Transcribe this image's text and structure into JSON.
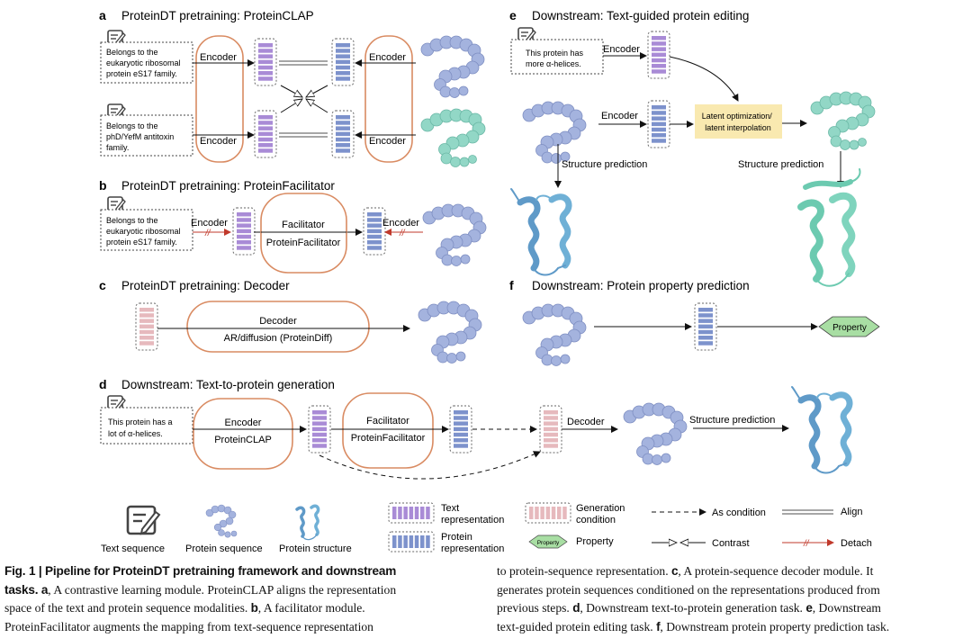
{
  "panels": {
    "a": {
      "letter": "a",
      "title": "ProteinDT pretraining: ProteinCLAP",
      "text1": [
        "Belongs to the",
        "eukaryotic ribosomal",
        "protein eS17 family."
      ],
      "text2": [
        "Belongs to the",
        "phD/YefM antitoxin",
        "family."
      ],
      "encoder": "Encoder"
    },
    "b": {
      "letter": "b",
      "title": "ProteinDT pretraining: ProteinFacilitator",
      "text": [
        "Belongs to the",
        "eukaryotic ribosomal",
        "protein eS17 family."
      ],
      "encoder": "Encoder",
      "facilitator": "Facilitator",
      "module": "ProteinFacilitator"
    },
    "c": {
      "letter": "c",
      "title": "ProteinDT pretraining: Decoder",
      "decoder": "Decoder",
      "module": "AR/diffusion (ProteinDiff)"
    },
    "d": {
      "letter": "d",
      "title": "Downstream: Text-to-protein generation",
      "text": [
        "This protein has a",
        "lot of α-helices."
      ],
      "encoder": "Encoder",
      "encoder_module": "ProteinCLAP",
      "facilitator": "Facilitator",
      "facilitator_module": "ProteinFacilitator",
      "decoder": "Decoder",
      "structure": "Structure prediction"
    },
    "e": {
      "letter": "e",
      "title": "Downstream: Text-guided protein editing",
      "text": [
        "This protein has",
        "more α-helices."
      ],
      "encoder": "Encoder",
      "latent": [
        "Latent optimization/",
        "latent interpolation"
      ],
      "structure": "Structure prediction"
    },
    "f": {
      "letter": "f",
      "title": "Downstream: Protein property prediction",
      "property": "Property"
    }
  },
  "legend": {
    "text_sequence": "Text sequence",
    "protein_sequence": "Protein sequence",
    "protein_structure": "Protein structure",
    "text_rep": [
      "Text",
      "representation"
    ],
    "protein_rep": [
      "Protein",
      "representation"
    ],
    "generation": [
      "Generation",
      "condition"
    ],
    "property_small": "Property",
    "property": "Property",
    "as_condition": "As condition",
    "contrast": "Contrast",
    "align": "Align",
    "detach": "Detach"
  },
  "colors": {
    "text_rep": "#a98bd6",
    "protein_rep": "#7d92cc",
    "generation": "#e6b9bd",
    "module_border": "#d98b62",
    "protein_bead": "#a4b3de",
    "edited_bead": "#92d7c6",
    "latent_box": "#f9e9b0",
    "property_fill": "#a8dea3",
    "detach": "#c0392b"
  },
  "caption": {
    "col1": [
      {
        "b": "Fig. 1 | Pipeline for ProteinDT pretraining framework and downstream"
      },
      {
        "b": "tasks. a",
        "t": ", A contrastive learning module. ProteinCLAP aligns the representation"
      },
      {
        "t": "space of the text and protein sequence modalities. "
      },
      {
        "t": "ProteinFacilitator augments the mapping from text-sequence representation"
      }
    ],
    "col1_line3_b": "b",
    "col1_line3_t": ", A facilitator module.",
    "col2": [
      {
        "t": "to protein-sequence representation. "
      },
      {
        "t": "generates protein sequences conditioned on the representations produced from"
      },
      {
        "t": "previous steps. "
      },
      {
        "t": "text-guided protein editing task. "
      }
    ],
    "col2_line1_b": "c",
    "col2_line1_t": ", A protein-sequence decoder module. It",
    "col2_line3_b": "d",
    "col2_line3_t": ", Downstream text-to-protein generation task. ",
    "col2_line3_b2": "e",
    "col2_line3_t2": ", Downstream",
    "col2_line4_b": "f",
    "col2_line4_t": ", Downstream protein property prediction task."
  }
}
